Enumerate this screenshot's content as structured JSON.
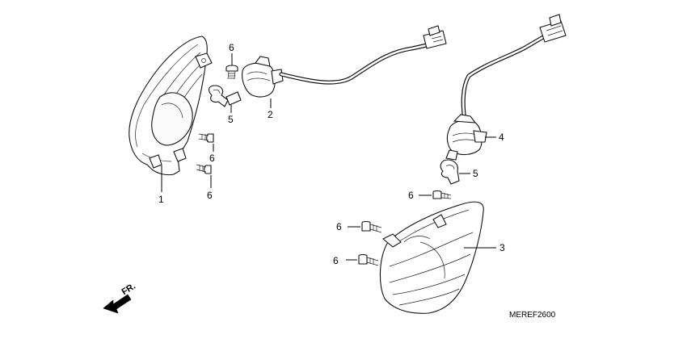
{
  "diagram": {
    "callouts": {
      "c1": "1",
      "c2": "2",
      "c3": "3",
      "c4": "4",
      "c5a": "5",
      "c5b": "5",
      "c6a": "6",
      "c6b": "6",
      "c6c": "6",
      "c6d": "6",
      "c6e": "6",
      "c6f": "6"
    },
    "direction_label": "FR.",
    "drawing_code": "MEREF2600"
  }
}
